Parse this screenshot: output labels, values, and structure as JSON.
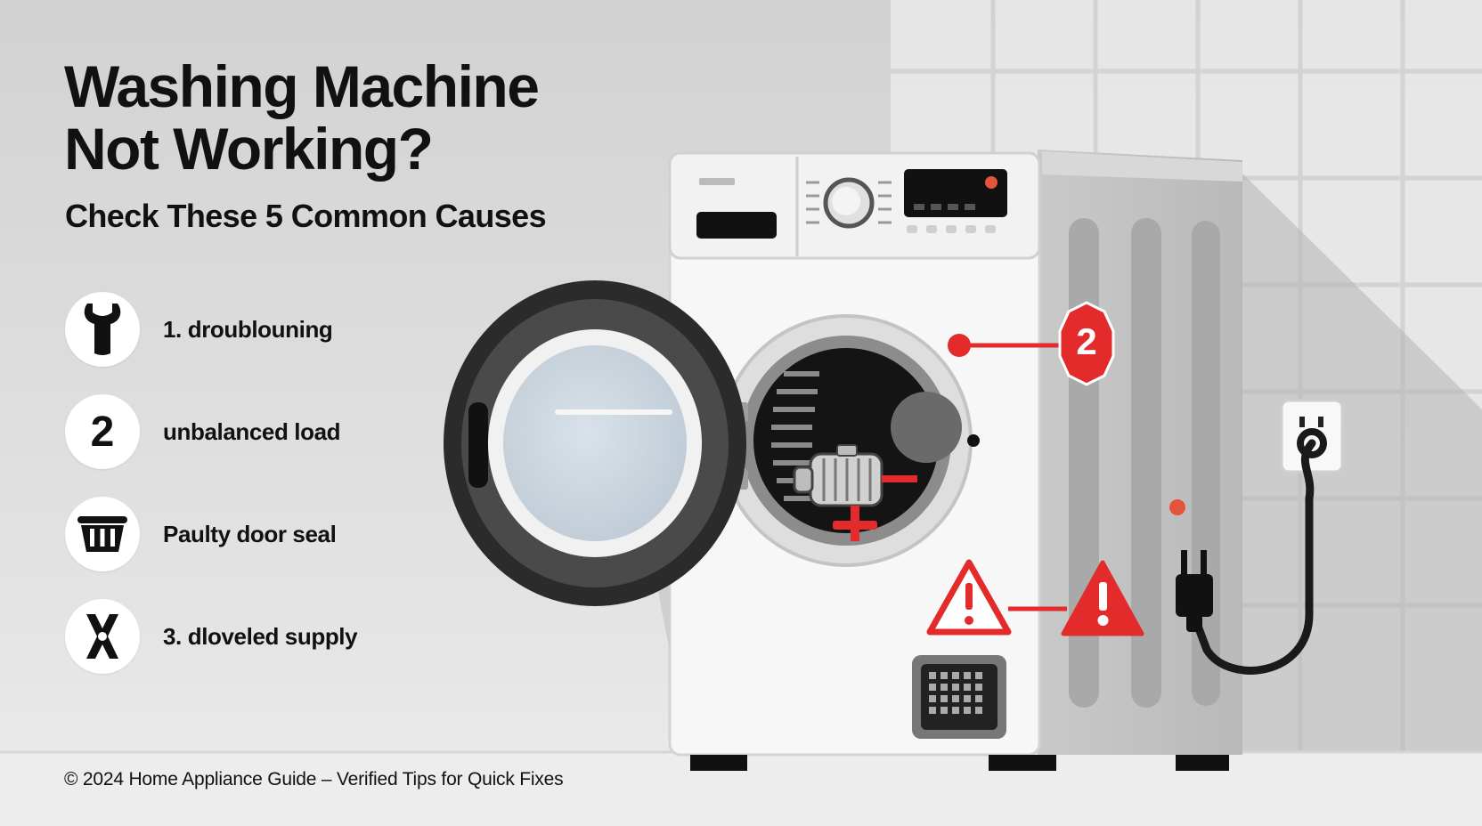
{
  "header": {
    "title_line1": "Washing Machine",
    "title_line2": "Not Working?",
    "subtitle": "Check These 5 Common Causes"
  },
  "causes": [
    {
      "icon": "wrench-icon",
      "label": "1. droublouning"
    },
    {
      "number": "2",
      "label": "unbalanced load"
    },
    {
      "icon": "laundry-basket-icon",
      "label": "Paulty door seal"
    },
    {
      "icon": "tools-cross-icon",
      "label": "3. dloveled supply"
    }
  ],
  "machine": {
    "callout_number": "2",
    "warning_icons": [
      "warning-triangle-icon",
      "warning-triangle-icon"
    ]
  },
  "footer": {
    "text": "© 2024 Home Appliance Guide – Verified Tips for Quick Fixes"
  },
  "colors": {
    "background": "#d9d9d9",
    "accent_red": "#e32b2b",
    "text": "#111111",
    "machine_body": "#f7f7f7"
  }
}
